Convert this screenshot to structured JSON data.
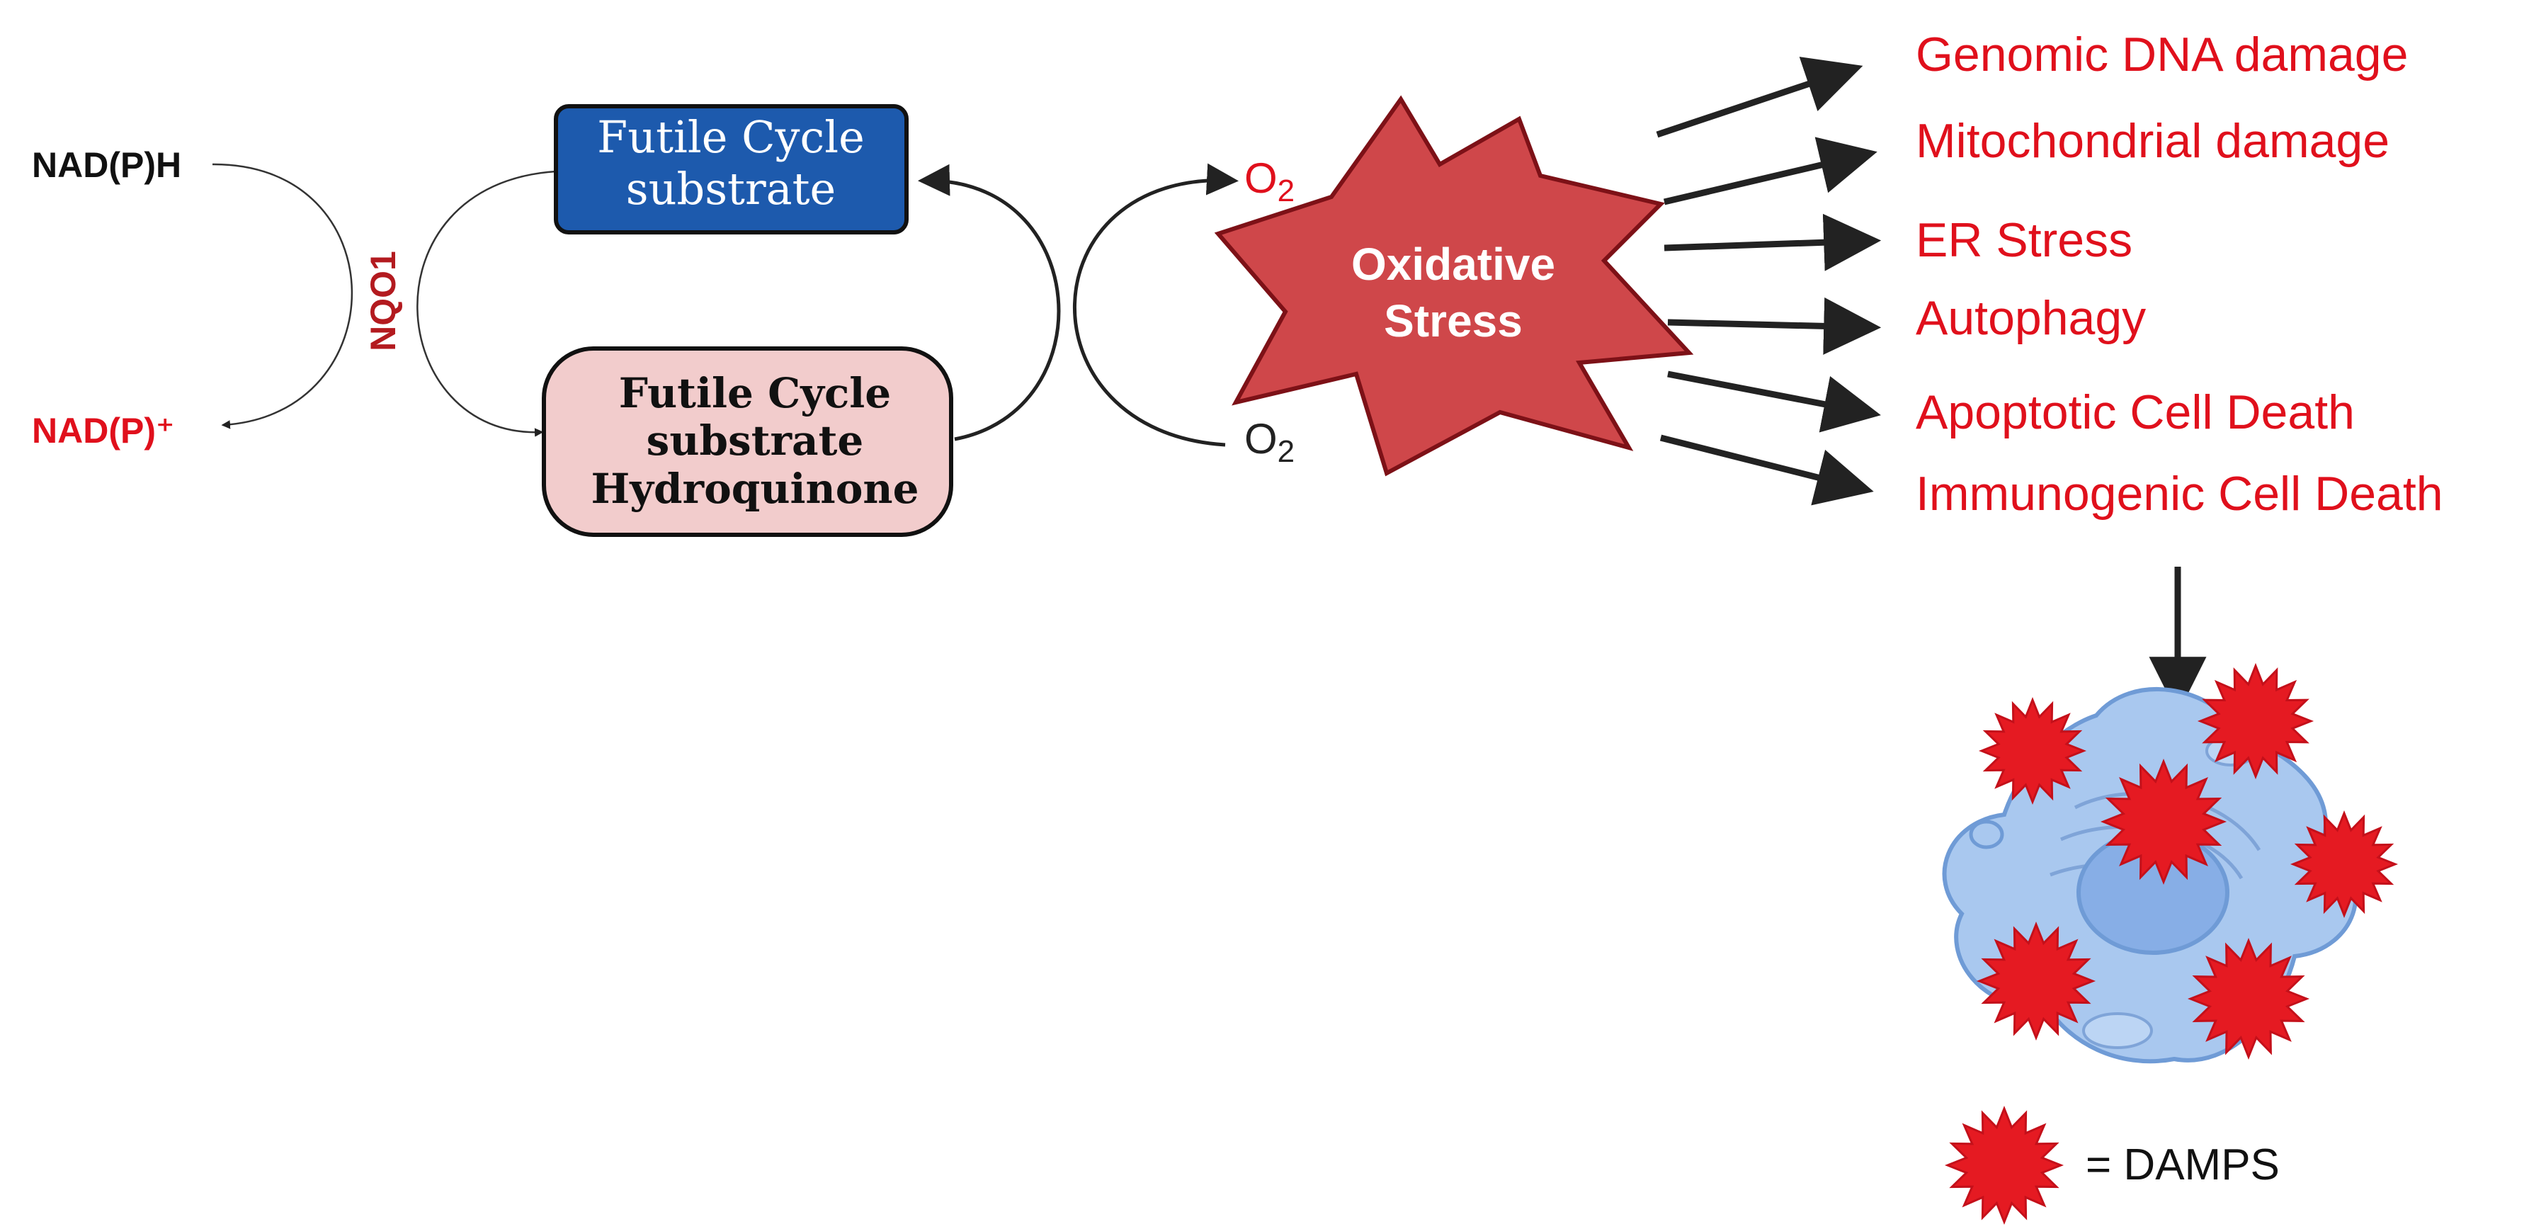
{
  "diagram": {
    "cofactor_reduced": "NAD(P)H",
    "cofactor_oxidized": "NAD(P)⁺",
    "enzyme": "NQO1",
    "substrate_box": {
      "line1": "Futile Cycle",
      "line2": "substrate"
    },
    "hydroquinone_box": {
      "line1": "Futile Cycle",
      "line2": "substrate",
      "line3": "Hydroquinone"
    },
    "oxygen_top": "O",
    "oxygen_top_sub": "2",
    "oxygen_bottom": "O",
    "oxygen_bottom_sub": "2",
    "stress": {
      "line1": "Oxidative",
      "line2": "Stress"
    },
    "outcomes": [
      "Genomic DNA damage",
      "Mitochondrial damage",
      "ER Stress",
      "Autophagy",
      "Apoptotic Cell Death",
      "Immunogenic Cell Death"
    ],
    "legend_label": "= DAMPS"
  },
  "colors": {
    "accent_red": "#e0101c",
    "dark_red": "#b31a1f",
    "stress_fill": "#cf474a",
    "stress_stroke": "#7d1117",
    "substrate_fill": "#1d5aad",
    "hydroquinone_fill": "#f2cccc",
    "cell_fill": "#a9c8ef",
    "cell_stroke": "#6f9bd6",
    "damp_fill": "#e51a22",
    "arrow": "#222222"
  }
}
